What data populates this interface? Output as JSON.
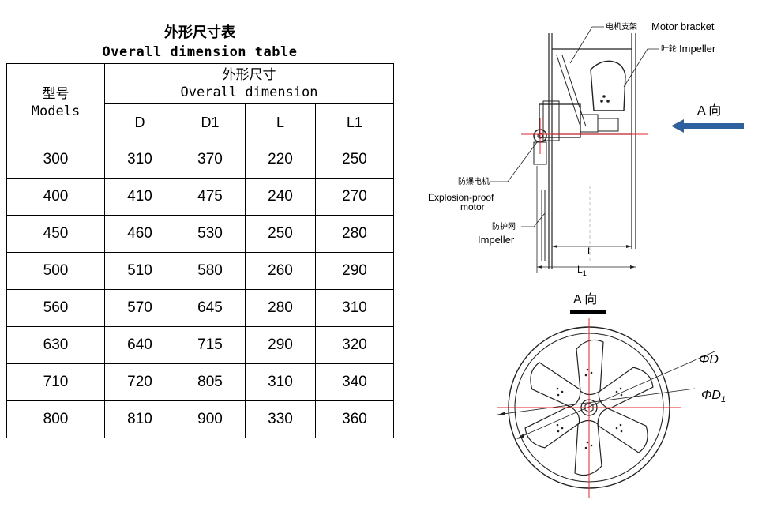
{
  "title": {
    "cn": "外形尺寸表",
    "en": "Overall dimension table"
  },
  "table": {
    "models_header": {
      "cn": "型号",
      "en": "Models"
    },
    "overall_header": {
      "cn": "外形尺寸",
      "en": "Overall dimension"
    },
    "columns": [
      "D",
      "D1",
      "L",
      "L1"
    ],
    "rows": [
      [
        "300",
        "310",
        "370",
        "220",
        "250"
      ],
      [
        "400",
        "410",
        "475",
        "240",
        "270"
      ],
      [
        "450",
        "460",
        "530",
        "250",
        "280"
      ],
      [
        "500",
        "510",
        "580",
        "260",
        "290"
      ],
      [
        "560",
        "570",
        "645",
        "280",
        "310"
      ],
      [
        "630",
        "640",
        "715",
        "290",
        "320"
      ],
      [
        "710",
        "720",
        "805",
        "310",
        "340"
      ],
      [
        "800",
        "810",
        "900",
        "330",
        "360"
      ]
    ]
  },
  "drawing": {
    "motor_bracket_cn": "电机支架",
    "motor_bracket_en": "Motor bracket",
    "impeller_cn": "叶轮",
    "impeller_en": "Impeller",
    "direction_label": "A 向",
    "explosion_cn": "防爆电机",
    "explosion_en_1": "Explosion-proof",
    "explosion_en_2": "motor",
    "guard_cn": "防护网",
    "guard_en": "Impeller",
    "dim_L": "L",
    "dim_L1": "L",
    "dim_L1_sub": "1",
    "view_label": "A 向",
    "dim_D": "ΦD",
    "dim_D1": "ΦD",
    "dim_D1_sub": "1",
    "accent_color": "#2e5f9e",
    "centerline_color": "#e0262b"
  }
}
